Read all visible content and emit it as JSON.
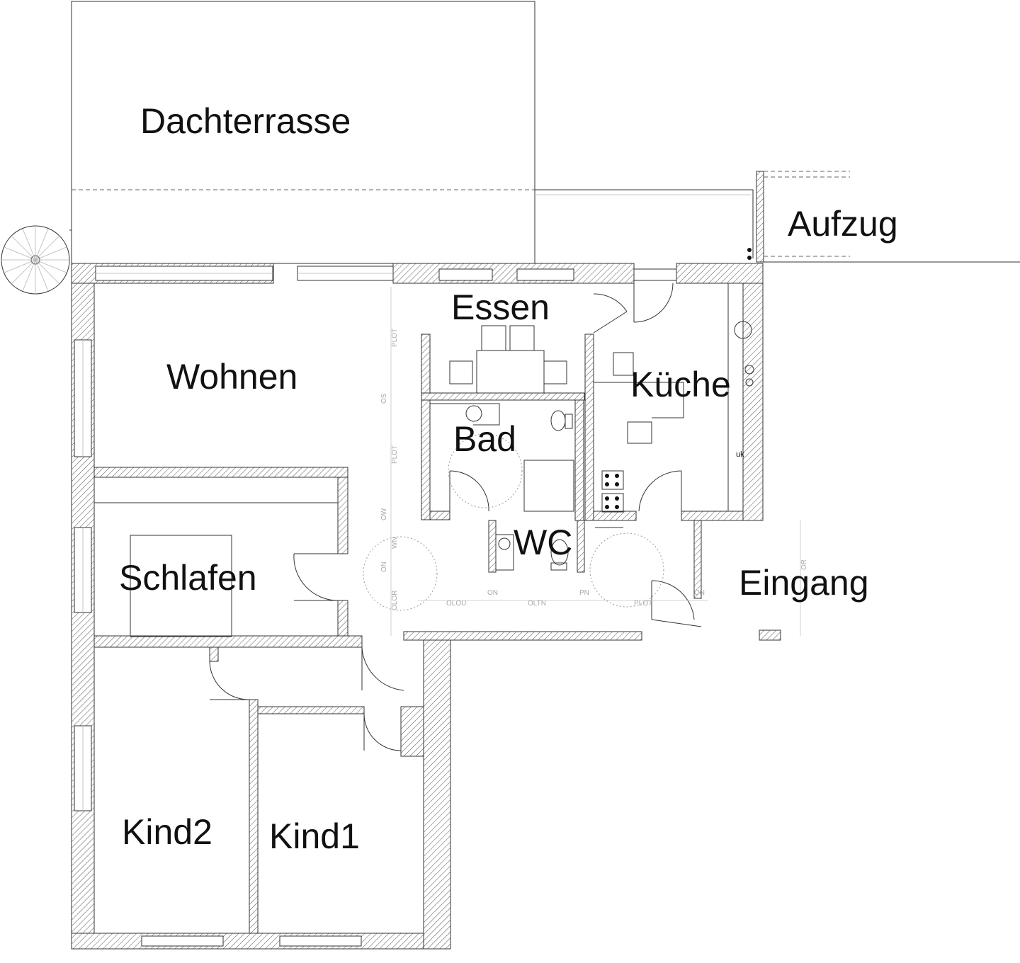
{
  "rooms": {
    "dachterrasse": "Dachterrasse",
    "aufzug": "Aufzug",
    "essen": "Essen",
    "wohnen": "Wohnen",
    "kueche": "Küche",
    "bad": "Bad",
    "wc": "WC",
    "schlafen": "Schlafen",
    "eingang": "Eingang",
    "kind2": "Kind2",
    "kind1": "Kind1"
  },
  "fixtures": {
    "uk": "uk"
  },
  "dimension_marks": {
    "vertical": [
      "PLOT",
      "OS",
      "PLOT",
      "OW",
      "WN",
      "ON",
      "OLOR",
      "OR"
    ],
    "horizontal": [
      "OLOU",
      "ON",
      "OLTN",
      "PN",
      "PLOT",
      "ON"
    ]
  },
  "colors": {
    "line": "#333333",
    "hatch": "#555555",
    "dimension": "#a8a8a8"
  }
}
